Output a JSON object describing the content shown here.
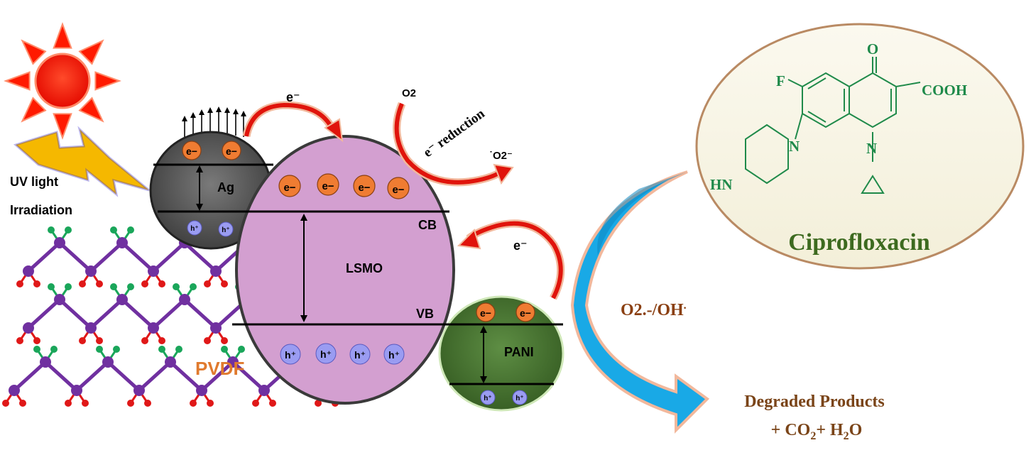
{
  "light": {
    "line1": "UV light",
    "line2": "Irradiation"
  },
  "ag": {
    "label": "Ag",
    "electron": "e−",
    "hole": "h⁺"
  },
  "lsmo": {
    "label": "LSMO",
    "cb": "CB",
    "vb": "VB",
    "electron": "e−",
    "hole": "h⁺"
  },
  "pani": {
    "label": "PANI",
    "electron": "e−",
    "hole": "h⁺"
  },
  "substrate": {
    "label": "PVDF"
  },
  "transfer": {
    "ag_to_lsmo": "e⁻",
    "pani_to_lsmo": "e⁻",
    "o2": "O2",
    "reduction": "e⁻ reduction",
    "superoxide": "˙O2⁻"
  },
  "radicals": {
    "label": "O2.-/OH",
    "dot": "."
  },
  "molecule": {
    "name": "Ciprofloxacin",
    "atoms": {
      "o": "O",
      "f": "F",
      "cooh": "COOH",
      "n1": "N",
      "n2": "N",
      "hn": "HN"
    }
  },
  "products": {
    "line1": "Degraded Products",
    "line2_a": "+ CO",
    "line2_b": "2",
    "line2_c": "+ H",
    "line2_d": "2",
    "line2_e": "O"
  },
  "colors": {
    "sun": "#ff1a00",
    "lightning": "#f5b800",
    "ag": "#555555",
    "lsmo": "#d39fd0",
    "pani": "#4c7a36",
    "electron": "#ef7c32",
    "hole": "#9a9cf2",
    "transfer_arrow": "#e0140c",
    "flow_arrow": "#19a9e6",
    "molecule": "#1f8a4a",
    "molecule_name": "#3d6a1f",
    "radicals": "#8a3f12",
    "products": "#7a4418",
    "pvdf_label": "#e07a2e",
    "polymer_chain": "#7030a0",
    "fluorine": "#e01818",
    "hydrogen": "#1aa65a"
  }
}
